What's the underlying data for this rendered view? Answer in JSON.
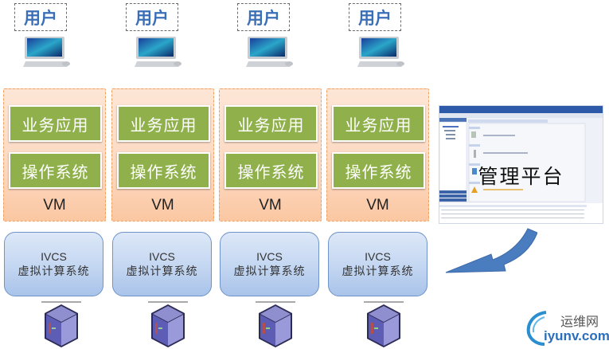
{
  "diagram": {
    "columns": [
      {
        "user_label": "用户",
        "app_label": "业务应用",
        "os_label": "操作系统",
        "vm_label": "VM",
        "ivcs_title": "IVCS",
        "ivcs_subtitle": "虚拟计算系统"
      },
      {
        "user_label": "用户",
        "app_label": "业务应用",
        "os_label": "操作系统",
        "vm_label": "VM",
        "ivcs_title": "IVCS",
        "ivcs_subtitle": "虚拟计算系统"
      },
      {
        "user_label": "用户",
        "app_label": "业务应用",
        "os_label": "操作系统",
        "vm_label": "VM",
        "ivcs_title": "IVCS",
        "ivcs_subtitle": "虚拟计算系统"
      },
      {
        "user_label": "用户",
        "app_label": "业务应用",
        "os_label": "操作系统",
        "vm_label": "VM",
        "ivcs_title": "IVCS",
        "ivcs_subtitle": "虚拟计算系统"
      }
    ],
    "management": {
      "label": "管理平台"
    },
    "watermark": {
      "name": "运维网",
      "domain": "iyunv.com"
    },
    "icons": {
      "user_device": "desktop-computer-icon",
      "host": "server-rack-icon",
      "flow": "curved-arrow-icon"
    },
    "colors": {
      "user_text": "#3a6fb8",
      "vm_fill": "#fcd9c1",
      "vm_border": "#f0a060",
      "layer_green": "#8fb04b",
      "ivcs_fill": "#c3d6f1",
      "ivcs_border": "#6e93c8",
      "arrow": "#4a7cc0"
    }
  }
}
